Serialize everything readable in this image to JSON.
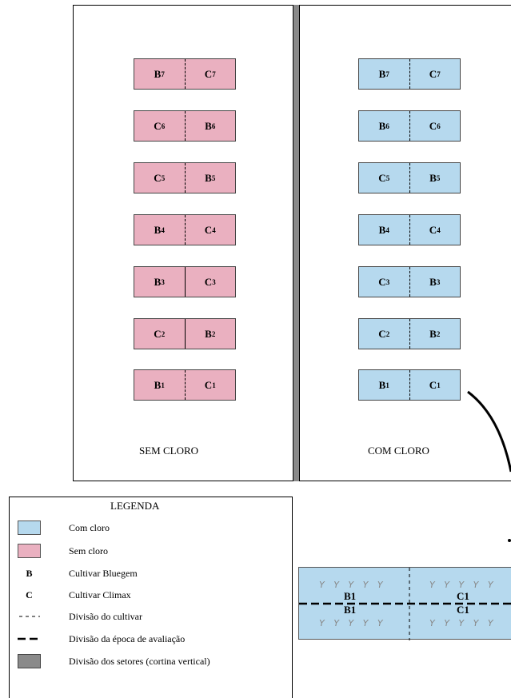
{
  "sectors": {
    "sem": {
      "label": "SEM CLORO",
      "plots": [
        {
          "a": "B",
          "as": "7",
          "b": "C",
          "bs": "7"
        },
        {
          "a": "C",
          "as": "6",
          "b": "B",
          "bs": "6"
        },
        {
          "a": "C",
          "as": "5",
          "b": "B",
          "bs": "5"
        },
        {
          "a": "B",
          "as": "4",
          "b": "C",
          "bs": "4"
        },
        {
          "a": "B",
          "as": "3",
          "b": "C",
          "bs": "3"
        },
        {
          "a": "C",
          "as": "2",
          "b": "B",
          "bs": "2"
        },
        {
          "a": "B",
          "as": "1",
          "b": "C",
          "bs": "1"
        }
      ]
    },
    "com": {
      "label": "COM CLORO",
      "plots": [
        {
          "a": "B",
          "as": "7",
          "b": "C",
          "bs": "7"
        },
        {
          "a": "B",
          "as": "6",
          "b": "C",
          "bs": "6"
        },
        {
          "a": "C",
          "as": "5",
          "b": "B",
          "bs": "5"
        },
        {
          "a": "B",
          "as": "4",
          "b": "C",
          "bs": "4"
        },
        {
          "a": "C",
          "as": "3",
          "b": "B",
          "bs": "3"
        },
        {
          "a": "C",
          "as": "2",
          "b": "B",
          "bs": "2"
        },
        {
          "a": "B",
          "as": "1",
          "b": "C",
          "bs": "1"
        }
      ]
    }
  },
  "legend": {
    "title": "LEGENDA",
    "items": [
      {
        "symbol": "",
        "text": "Com cloro"
      },
      {
        "symbol": "",
        "text": "Sem cloro"
      },
      {
        "symbol": "B",
        "text": "Cultivar Bluegem"
      },
      {
        "symbol": "C",
        "text": "Cultivar Climax"
      },
      {
        "symbol": "",
        "text": "Divisão do cultivar"
      },
      {
        "symbol": "",
        "text": "Divisão da época de avaliação"
      },
      {
        "symbol": "",
        "text": "Divisão dos setores (cortina vertical)"
      }
    ]
  },
  "detail": {
    "left_top": "B1",
    "left_bottom": "B1",
    "right_top": "C1",
    "right_bottom": "C1",
    "grass": "Y Y Y Y Y"
  },
  "colors": {
    "com_cloro": "#b6d9ee",
    "sem_cloro": "#eab0c0",
    "divider": "#8a8a8a"
  }
}
